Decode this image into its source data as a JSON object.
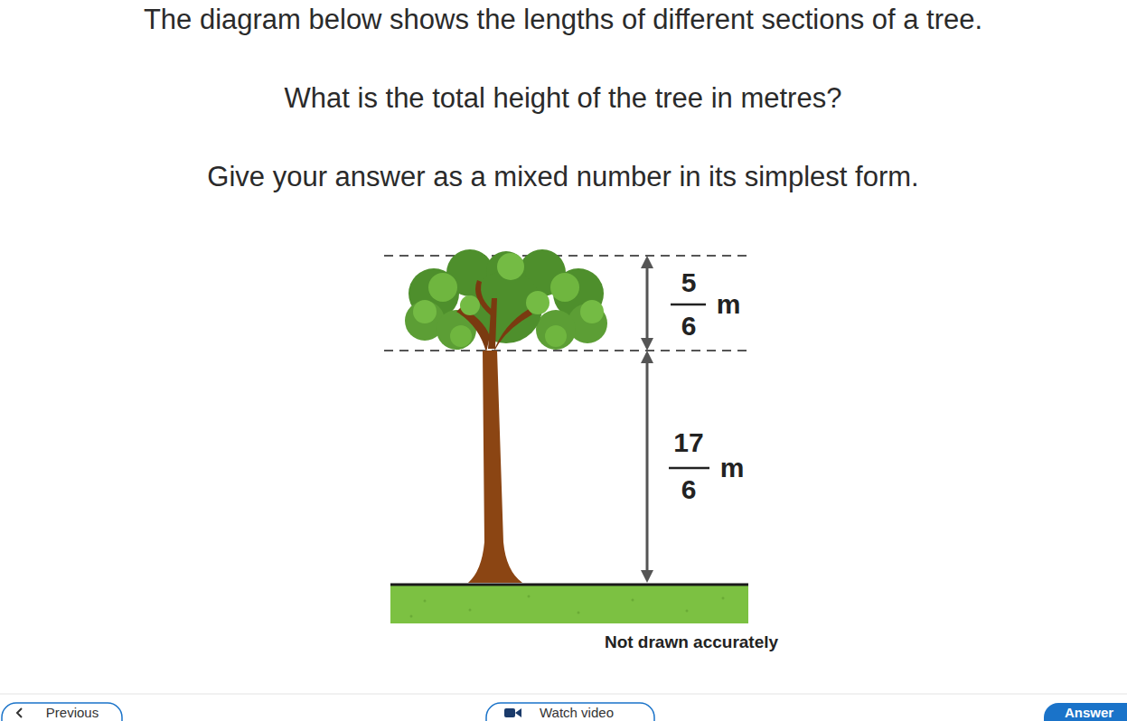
{
  "diagram": {
    "title": "The diagram below shows the lengths of different sections of a tree.",
    "labels": [
      "What is the total height of the tree in metres?",
      "Give your answer as a mixed number in its simplest form.",
      "5",
      "6",
      "m",
      "17",
      "6",
      "m",
      "Not drawn accurately",
      "Previous",
      "Watch video",
      "Answer"
    ]
  }
}
